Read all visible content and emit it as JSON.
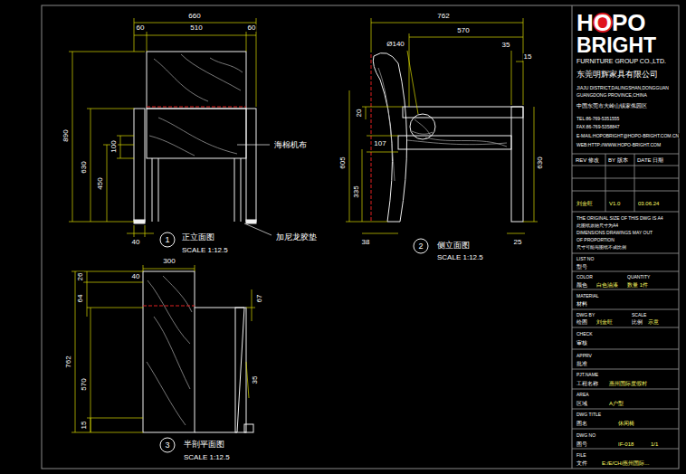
{
  "diagram": {
    "nodes": [
      {
        "text": [
          "1"
        ]
      },
      {
        "text": [
          "2"
        ]
      },
      {
        "text": [
          "3"
        ]
      }
    ],
    "labels": [
      "660",
      "60",
      "510",
      "60",
      "890",
      "630",
      "450",
      "100",
      "40",
      "海棉机布",
      "加尼龙胶垫",
      "正立面图",
      "SCALE 1:12.5",
      "762",
      "570",
      "Ø140",
      "35",
      "15",
      "20",
      "107",
      "605",
      "335",
      "630",
      "38",
      "25",
      "侧立面图",
      "SCALE 1:12.5",
      "300",
      "40",
      "26",
      "64",
      "67",
      "762",
      "570",
      "35",
      "15",
      "半剖平面图",
      "SCALE 1:12.5",
      "HOPO",
      "BRIGHT",
      "FURNITURE GROUP CO.,LTD.",
      "东莞明辉家具有限公司",
      "JIAJU DISTRICT,DALINGSHAN,DONGGUAN",
      "GUANGDONG PROVINCE,CHINA",
      "中国东莞市大岭山镇家俬园区",
      "TEL:86-769-5351555",
      "FAX:86-769-5358847",
      "E-MAIL:HOPOBRIGHT@HOPO-BRIGHT.COM.CN",
      "WEB:HTTP://WWW.HOPO-BRIGHT.COM",
      "REV 修改",
      "BY 版本",
      "DATE 日期",
      "刘金旺",
      "V1.0",
      "03.06.24",
      "THE ORIGINAL SIZE OF THIS DWG IS A4",
      "此图纸原始尺寸为A4",
      "DIMENSIONS DRAWINGS MAY OUT",
      "OF PROPORTION",
      "尺寸可能与图纸不成比例",
      "LIST NO",
      "型号",
      "COLOR",
      "颜色",
      "白色油漆",
      "QUANTITY",
      "数量 1件",
      "MATERIAL",
      "材料",
      "DWG BY",
      "绘图",
      "刘金旺",
      "SCALE",
      "比例",
      "示意",
      "CHECK",
      "审核",
      "APPRV",
      "批准",
      "PJT.NAME",
      "工程名称",
      "惠州国际度假村",
      "AREA",
      "区域",
      "A户型",
      "DWG TITLE",
      "图名",
      "休闲椅",
      "DWG NO",
      "图号",
      "IF-018",
      "1/1",
      "FILE",
      "文件",
      "E:/E/CH/惠州国际..."
    ]
  }
}
